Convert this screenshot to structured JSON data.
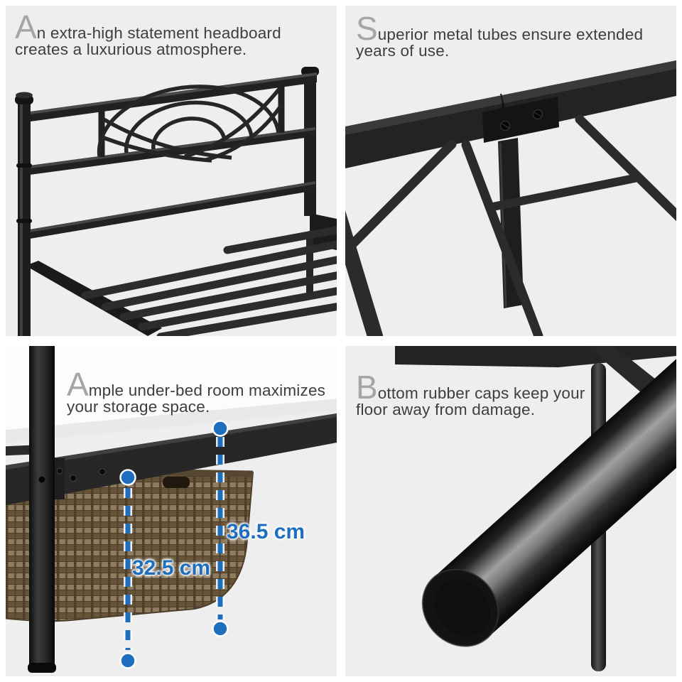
{
  "colors": {
    "accent_blue": "#1e6ebe",
    "panel_background": "#eeeeee",
    "body_text": "#3e3e3e",
    "dropcap_gray": "#a5a5a5"
  },
  "panels": {
    "headboard": {
      "dropcap": "A",
      "line1_rest": "n extra-high statement headboard",
      "line2": "creates a luxurious atmosphere."
    },
    "tubes": {
      "dropcap": "S",
      "line1_rest": "uperior metal tubes ensure extended",
      "line2": "years of use."
    },
    "storage": {
      "dropcap": "A",
      "line1_rest": "mple under-bed room maximizes",
      "line2": "your storage space.",
      "measure_inner": "32.5 cm",
      "measure_outer": "36.5 cm"
    },
    "caps": {
      "dropcap": "B",
      "line1_rest": "ottom rubber caps keep your",
      "line2": "floor away from damage."
    }
  }
}
